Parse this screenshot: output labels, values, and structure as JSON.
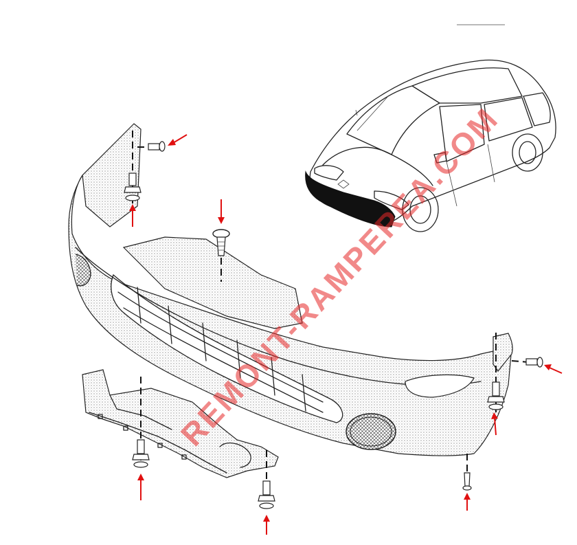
{
  "watermark": {
    "text": "REMONT-RAMPEREA.COM",
    "color": "#e02828"
  },
  "colors": {
    "arrow": "#e01010",
    "line": "#222222",
    "background": "#ffffff"
  },
  "parts": [
    {
      "name": "front-bumper"
    },
    {
      "name": "lower-splash-shield"
    },
    {
      "name": "car-view"
    }
  ],
  "fasteners": [
    {
      "name": "bolt-top-left-side"
    },
    {
      "name": "screw-top-left"
    },
    {
      "name": "clip-center-top"
    },
    {
      "name": "screw-right-side"
    },
    {
      "name": "bolt-right-lower"
    },
    {
      "name": "screw-right-bottom"
    },
    {
      "name": "bolt-shield-left"
    },
    {
      "name": "bolt-shield-right"
    }
  ]
}
